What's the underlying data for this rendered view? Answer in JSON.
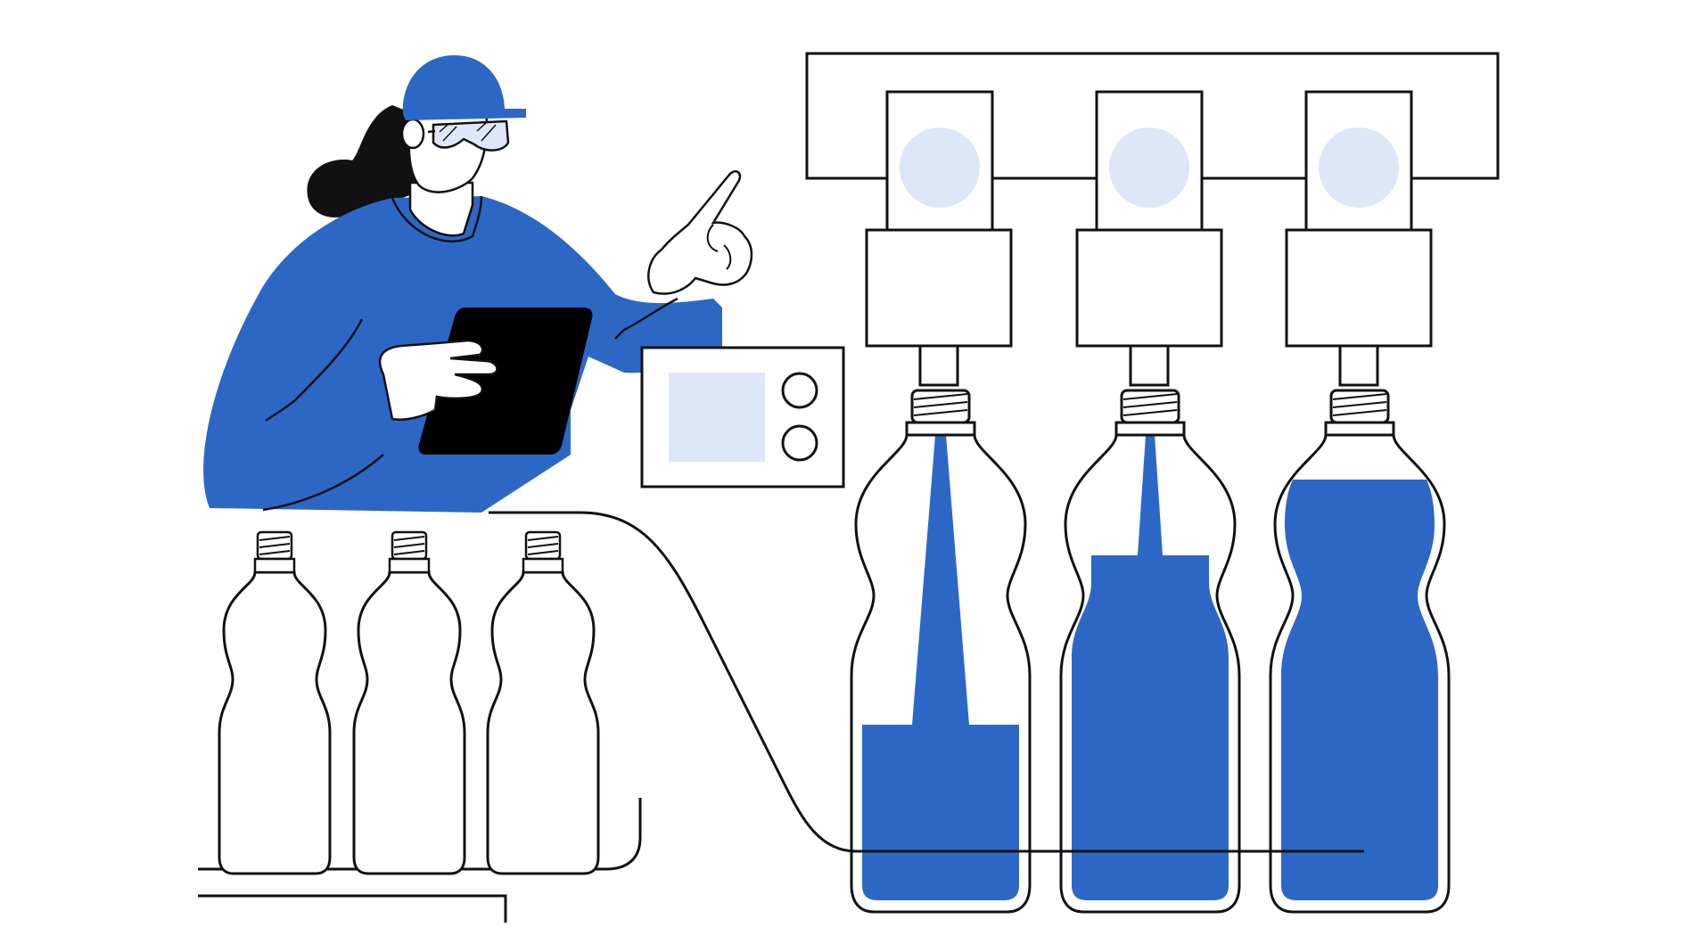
{
  "illustration": {
    "subject": "worker-operating-bottle-filling-line",
    "colors": {
      "primary_blue": "#2d67c6",
      "light_blue": "#dde7f7",
      "ink": "#111111",
      "background": "#ffffff",
      "skin": "#ffffff",
      "hair": "#111111",
      "tablet": "#000000"
    },
    "empty_bottles_count": 3,
    "filling_nozzles_count": 3,
    "fill_levels": [
      0.4,
      0.7,
      0.95
    ],
    "control_panel": {
      "knobs": 2,
      "screen": "light-blue"
    }
  }
}
